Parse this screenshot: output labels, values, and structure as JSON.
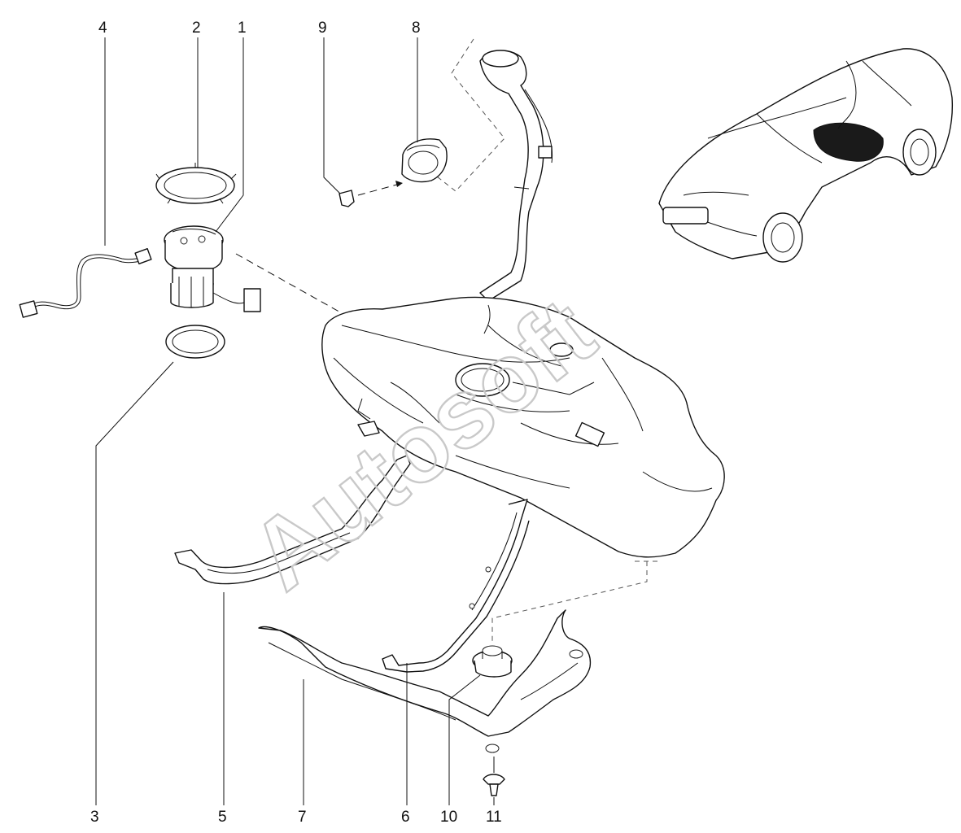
{
  "watermark": "Autosoft",
  "callouts": [
    {
      "id": "4",
      "label": "4"
    },
    {
      "id": "2",
      "label": "2"
    },
    {
      "id": "1",
      "label": "1"
    },
    {
      "id": "9",
      "label": "9"
    },
    {
      "id": "8",
      "label": "8"
    },
    {
      "id": "3",
      "label": "3"
    },
    {
      "id": "5",
      "label": "5"
    },
    {
      "id": "7",
      "label": "7"
    },
    {
      "id": "6",
      "label": "6"
    },
    {
      "id": "10",
      "label": "10"
    },
    {
      "id": "11",
      "label": "11"
    }
  ],
  "colors": {
    "line": "#111111",
    "watermark": "#c9c9c9",
    "background": "#ffffff"
  }
}
